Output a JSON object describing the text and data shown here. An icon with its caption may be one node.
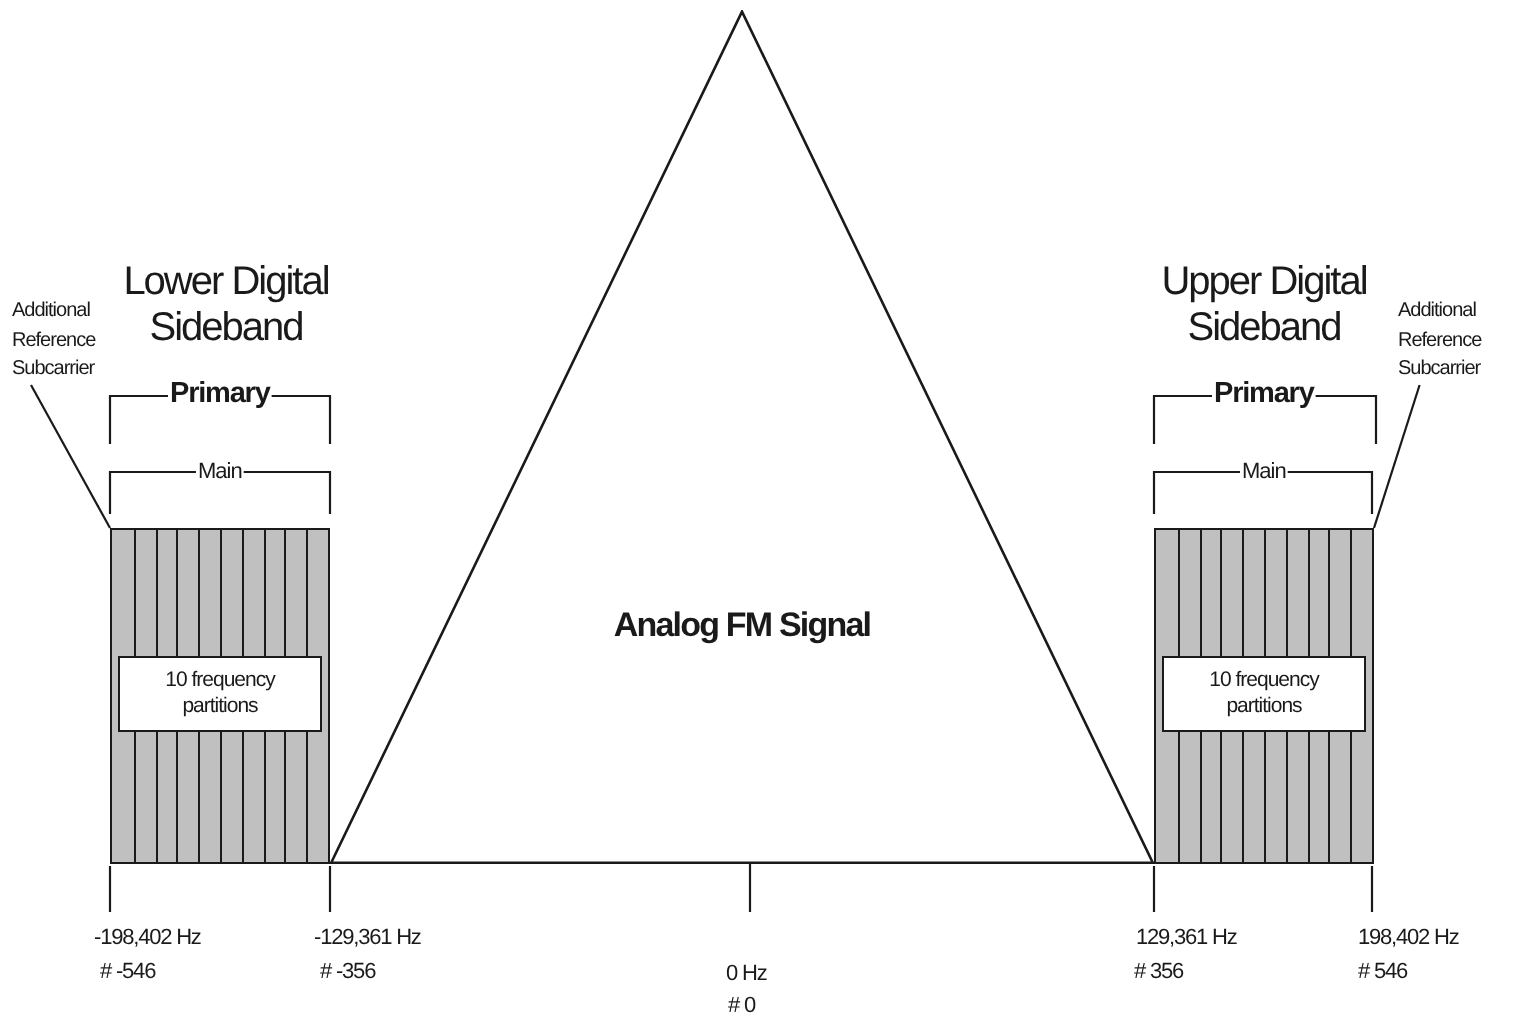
{
  "diagram": {
    "nodes": [
      {
        "text": [
          "Additional Reference Subcarrier"
        ]
      },
      {
        "text": [],
        "shape": "bar"
      },
      {
        "text": [
          "10 frequency partitions"
        ],
        "in": 1
      },
      {
        "text": [
          "Analog FM Signal"
        ]
      },
      {
        "text": [],
        "shape": "bar"
      },
      {
        "text": [
          "10 frequency partitions"
        ],
        "in": 4
      },
      {
        "text": [
          "Additional Reference Subcarrier"
        ]
      }
    ],
    "edges": [
      {
        "from": 0,
        "to": 1,
        "arrow": "none"
      },
      {
        "from": 6,
        "to": 4,
        "arrow": "none"
      }
    ],
    "labels": [
      "Lower Digital Sideband",
      "Upper Digital Sideband",
      "Primary",
      "Primary",
      "Main",
      "Main",
      "-198,402 Hz",
      "# -546",
      "-129,361 Hz",
      "# -356",
      "0 Hz",
      "# 0",
      "129,361 Hz",
      "# 356",
      "198,402 Hz",
      "# 546"
    ]
  }
}
